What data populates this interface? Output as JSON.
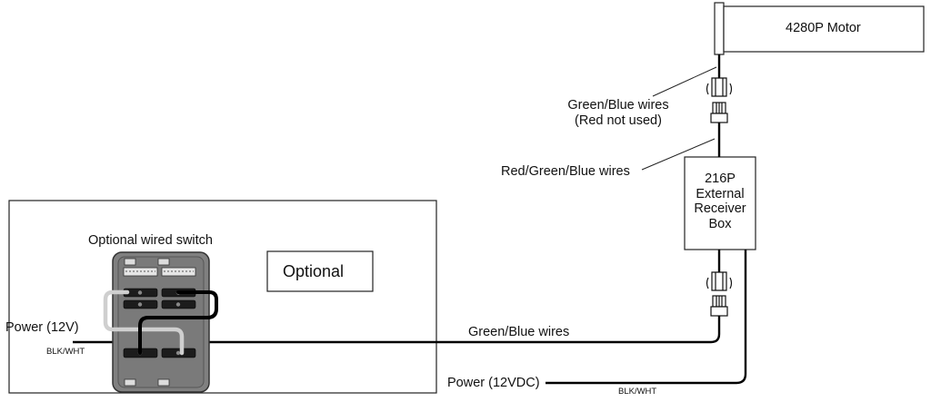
{
  "labels": {
    "motor": "4280P Motor",
    "motor_wires_line1": "Green/Blue wires",
    "motor_wires_line2": "(Red not used)",
    "receiver_wires": "Red/Green/Blue wires",
    "receiver_line1": "216P",
    "receiver_line2": "External",
    "receiver_line3": "Receiver",
    "receiver_line4": "Box",
    "switch_title": "Optional wired switch",
    "optional": "Optional",
    "power_12v": "Power (12V)",
    "blk_wht_left": "BLK/WHT",
    "switch_wires": "Green/Blue wires",
    "power_12vdc": "Power (12VDC)",
    "blk_wht_bottom": "BLK/WHT"
  },
  "colors": {
    "wire": "#000000",
    "switch_body": "#7d7d7d",
    "switch_dark": "#5a5a5a",
    "light_wire": "#c8c8c8",
    "outline": "#222222"
  }
}
